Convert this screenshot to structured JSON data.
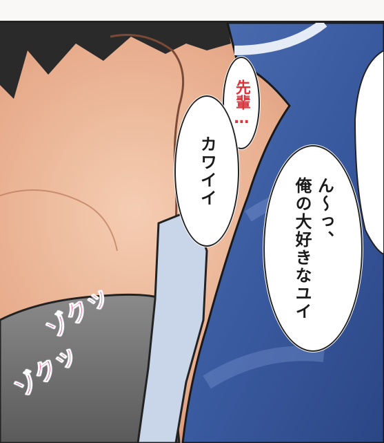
{
  "bubbles": {
    "senpai": "先輩…",
    "kawaii": "カワイイ",
    "main": {
      "line1": "ん〜っ、",
      "line2": "俺の大好きなユイ"
    }
  },
  "sfx": {
    "first": "ゾクッ",
    "second": "ゾクッ"
  },
  "colors": {
    "skin": "#e9b79a",
    "shirt": "#3a5aa0",
    "collar": "#c9d6ea",
    "hair": "#2a2a2a",
    "accent_red": "#e0333a",
    "sfx_pink": "#e0337a"
  }
}
